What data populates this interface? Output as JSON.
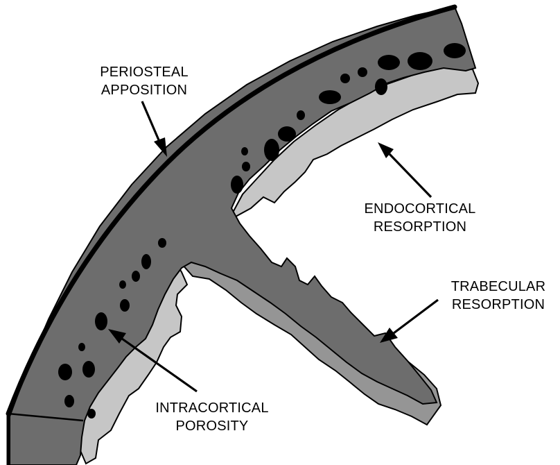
{
  "labels": {
    "periosteal": {
      "line1": "PERIOSTEAL",
      "line2": "APPOSITION"
    },
    "endocortical": {
      "line1": "ENDOCORTICAL",
      "line2": "RESORPTION"
    },
    "trabecular": {
      "line1": "TRABECULAR",
      "line2": "RESORPTION"
    },
    "intracortical": {
      "line1": "INTRACORTICAL",
      "line2": "POROSITY"
    }
  },
  "colors": {
    "cortex": "#6d6d6d",
    "endocortical_region": "#959595",
    "resorbed_region": "#c6c6c6",
    "periosteal_edge": "#000000",
    "pores": "#000000",
    "outline": "#000000"
  }
}
